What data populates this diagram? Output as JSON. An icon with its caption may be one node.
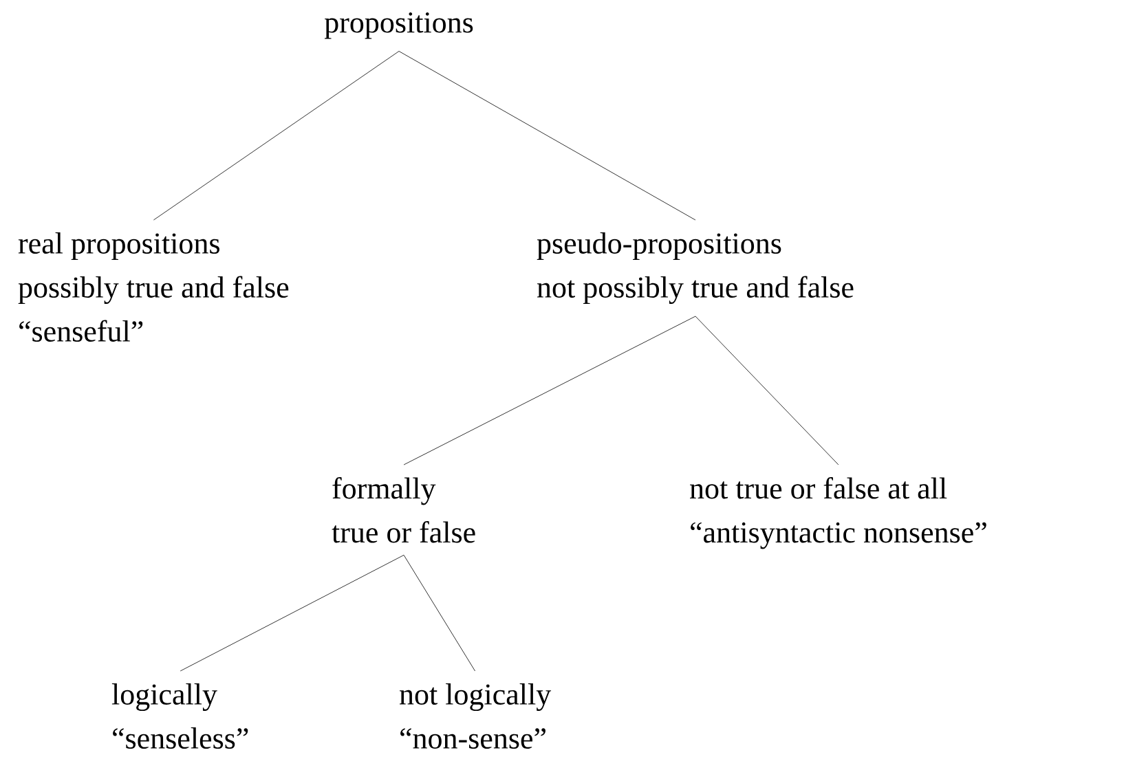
{
  "diagram": {
    "nodes": [
      {
        "text": [
          "propositions"
        ]
      },
      {
        "text": [
          "real propositions",
          "possibly true and false",
          "“senseful”"
        ]
      },
      {
        "text": [
          "pseudo-propositions",
          "not possibly true and false"
        ]
      },
      {
        "text": [
          "formally",
          "true or false"
        ]
      },
      {
        "text": [
          "not true or false at all",
          "“antisyntactic nonsense”"
        ]
      },
      {
        "text": [
          "logically",
          "“senseless”"
        ]
      },
      {
        "text": [
          "not logically",
          "“non-sense”"
        ]
      }
    ],
    "edges": [
      {
        "from": 0,
        "to": 1,
        "arrow": "none"
      },
      {
        "from": 0,
        "to": 2,
        "arrow": "none"
      },
      {
        "from": 2,
        "to": 3,
        "arrow": "none"
      },
      {
        "from": 2,
        "to": 4,
        "arrow": "none"
      },
      {
        "from": 3,
        "to": 5,
        "arrow": "none"
      },
      {
        "from": 3,
        "to": 6,
        "arrow": "none"
      }
    ]
  }
}
